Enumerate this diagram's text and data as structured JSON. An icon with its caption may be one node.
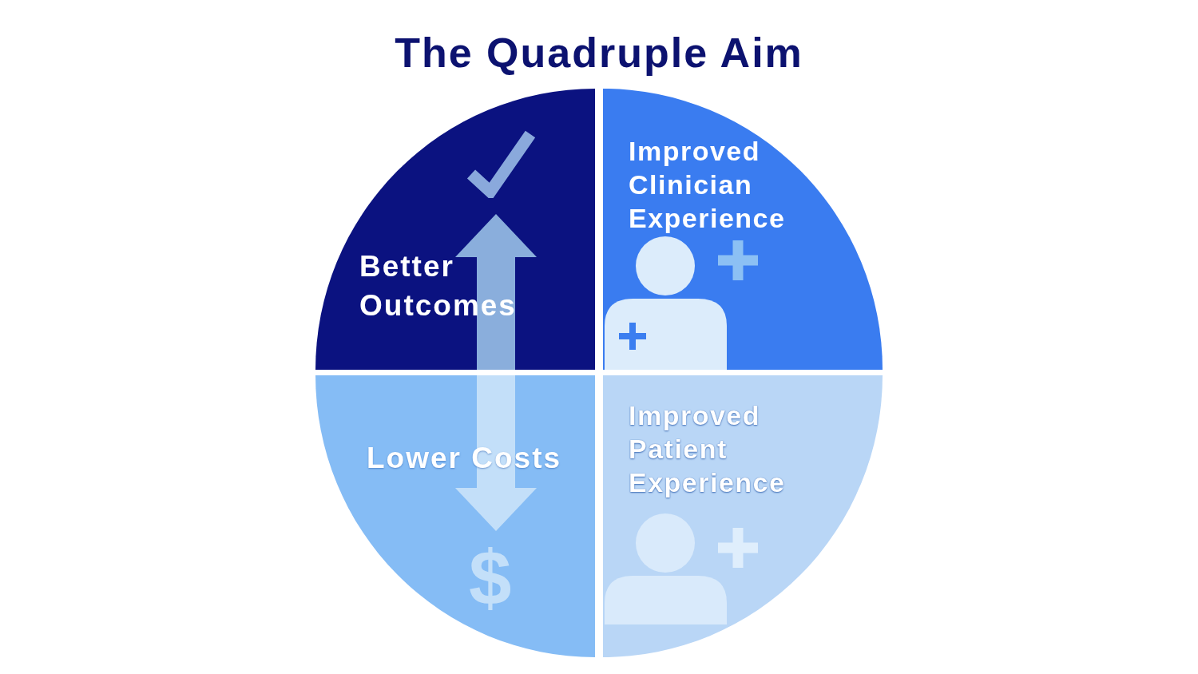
{
  "diagram": {
    "title": "The Quadruple Aim",
    "nodes": [
      {
        "text": [
          "Better Outcomes"
        ]
      },
      {
        "text": [
          "Improved Clinician Experience"
        ]
      },
      {
        "text": [
          "Lower Costs"
        ]
      },
      {
        "text": [
          "Improved Patient Experience"
        ]
      }
    ],
    "labels": [
      "$"
    ]
  }
}
